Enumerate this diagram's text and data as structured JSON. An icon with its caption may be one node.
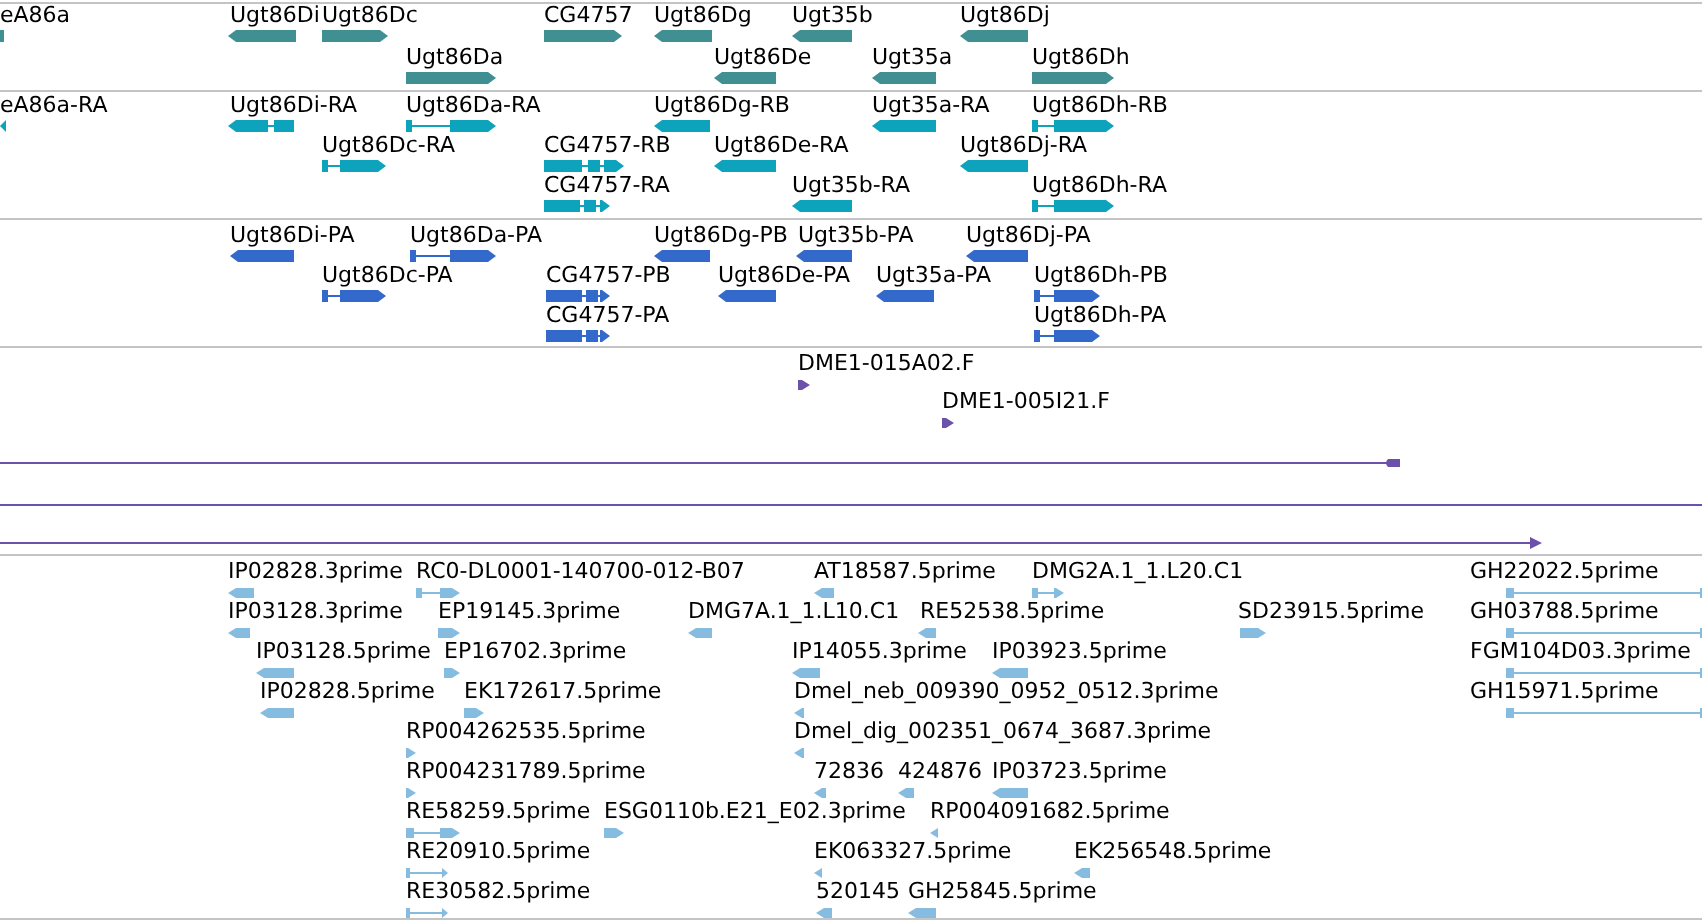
{
  "diagram": {
    "nodes": [
      {
        "text": [
          "eA86a"
        ]
      },
      {
        "text": [
          "Ugt86Di"
        ]
      },
      {
        "text": [
          "Ugt86Dc"
        ]
      },
      {
        "text": [
          "CG4757"
        ]
      },
      {
        "text": [
          "Ugt86Dg"
        ]
      },
      {
        "text": [
          "Ugt35b"
        ]
      },
      {
        "text": [
          "Ugt86Dj"
        ]
      },
      {
        "text": [
          "Ugt86Da"
        ]
      },
      {
        "text": [
          "Ugt86De"
        ]
      },
      {
        "text": [
          "Ugt35a"
        ]
      },
      {
        "text": [
          "Ugt86Dh"
        ]
      },
      {
        "text": [
          "eA86a-RA"
        ]
      },
      {
        "text": [
          "Ugt86Di-RA"
        ]
      },
      {
        "text": [
          "Ugt86Da-RA"
        ]
      },
      {
        "text": [
          "Ugt86Dg-RB"
        ]
      },
      {
        "text": [
          "Ugt35a-RA"
        ]
      },
      {
        "text": [
          "Ugt86Dh-RB"
        ]
      },
      {
        "text": [
          "Ugt86Dc-RA"
        ]
      },
      {
        "text": [
          "CG4757-RB"
        ]
      },
      {
        "text": [
          "Ugt86De-RA"
        ]
      },
      {
        "text": [
          "Ugt86Dj-RA"
        ]
      },
      {
        "text": [
          "CG4757-RA"
        ]
      },
      {
        "text": [
          "Ugt35b-RA"
        ]
      },
      {
        "text": [
          "Ugt86Dh-RA"
        ]
      },
      {
        "text": [
          "Ugt86Di-PA"
        ]
      },
      {
        "text": [
          "Ugt86Da-PA"
        ]
      },
      {
        "text": [
          "Ugt86Dg-PB"
        ]
      },
      {
        "text": [
          "Ugt35b-PA"
        ]
      },
      {
        "text": [
          "Ugt86Dj-PA"
        ]
      },
      {
        "text": [
          "Ugt86Dc-PA"
        ]
      },
      {
        "text": [
          "CG4757-PB"
        ]
      },
      {
        "text": [
          "Ugt86De-PA"
        ]
      },
      {
        "text": [
          "Ugt35a-PA"
        ]
      },
      {
        "text": [
          "Ugt86Dh-PB"
        ]
      },
      {
        "text": [
          "CG4757-PA"
        ]
      },
      {
        "text": [
          "Ugt86Dh-PA"
        ]
      },
      {
        "text": [
          "DME1-015A02.F"
        ]
      },
      {
        "text": [
          "DME1-005I21.F"
        ]
      },
      {
        "text": [],
        "shape": "bar"
      },
      {
        "text": [],
        "shape": "bar"
      },
      {
        "text": [],
        "shape": "bar"
      },
      {
        "text": [
          "IP02828.3prime"
        ]
      },
      {
        "text": [
          "RC0-DL0001-140700-012-B07"
        ]
      },
      {
        "text": [
          "AT18587.5prime"
        ]
      },
      {
        "text": [
          "DMG2A.1_1.L20.C1"
        ]
      },
      {
        "text": [
          "GH22022.5prime"
        ]
      },
      {
        "text": [
          "IP03128.3prime"
        ]
      },
      {
        "text": [
          "EP19145.3prime"
        ]
      },
      {
        "text": [
          "DMG7A.1_1.L10.C1"
        ]
      },
      {
        "text": [
          "RE52538.5prime"
        ]
      },
      {
        "text": [
          "SD23915.5prime"
        ]
      },
      {
        "text": [
          "GH03788.5prime"
        ]
      },
      {
        "text": [
          "IP03128.5prime"
        ]
      },
      {
        "text": [
          "EP16702.3prime"
        ]
      },
      {
        "text": [
          "IP14055.3prime"
        ]
      },
      {
        "text": [
          "IP03923.5prime"
        ]
      },
      {
        "text": [
          "FGM104D03.3prime"
        ]
      },
      {
        "text": [
          "IP02828.5prime"
        ]
      },
      {
        "text": [
          "EK172617.5prime"
        ]
      },
      {
        "text": [
          "Dmel_neb_009390_0952_0512.3prime"
        ]
      },
      {
        "text": [
          "GH15971.5prime"
        ]
      },
      {
        "text": [
          "RP004262535.5prime"
        ]
      },
      {
        "text": [
          "Dmel_dig_002351_0674_3687.3prime"
        ]
      },
      {
        "text": [
          "RP004231789.5prime"
        ]
      },
      {
        "text": [
          "72836"
        ]
      },
      {
        "text": [
          "424876"
        ]
      },
      {
        "text": [
          "IP03723.5prime"
        ]
      },
      {
        "text": [
          "RE58259.5prime"
        ]
      },
      {
        "text": [
          "ESG0110b.E21_E02.3prime"
        ]
      },
      {
        "text": [
          "RP004091682.5prime"
        ]
      },
      {
        "text": [
          "RE20910.5prime"
        ]
      },
      {
        "text": [
          "EK063327.5prime"
        ]
      },
      {
        "text": [
          "EK256548.5prime"
        ]
      },
      {
        "text": [
          "RE30582.5prime"
        ]
      },
      {
        "text": [
          "520145"
        ]
      },
      {
        "text": [
          "GH25845.5prime"
        ]
      }
    ]
  }
}
